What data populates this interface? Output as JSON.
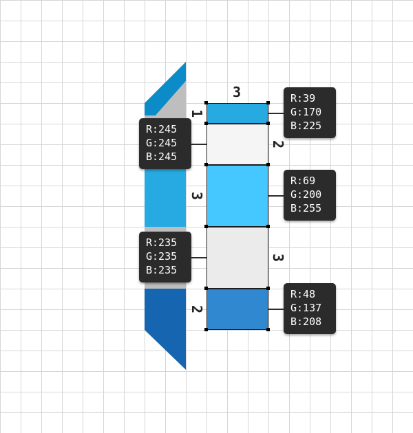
{
  "colors": {
    "stripe_top": "#27aae1",
    "stripe_light": "#f5f5f5",
    "stripe_mid": "#45c8ff",
    "stripe_gray": "#ebebeb",
    "stripe_bottom": "#3089d0",
    "ribbon_top": "#0b8cc8",
    "ribbon_gray": "#bebebe",
    "ribbon_mid": "#27aae1",
    "ribbon_bottom": "#1565b0",
    "callout_bg": "#2b2b2b"
  },
  "dimensions": {
    "width": "3",
    "seg1": "1",
    "seg2": "2",
    "seg3": "3",
    "seg4": "3",
    "seg5": "2"
  },
  "callouts": [
    {
      "r": "R:39",
      "g": "G:170",
      "b": "B:225"
    },
    {
      "r": "R:245",
      "g": "G:245",
      "b": "B:245"
    },
    {
      "r": "R:69",
      "g": "G:200",
      "b": "B:255"
    },
    {
      "r": "R:235",
      "g": "G:235",
      "b": "B:235"
    },
    {
      "r": "R:48",
      "g": "G:137",
      "b": "B:208"
    }
  ]
}
